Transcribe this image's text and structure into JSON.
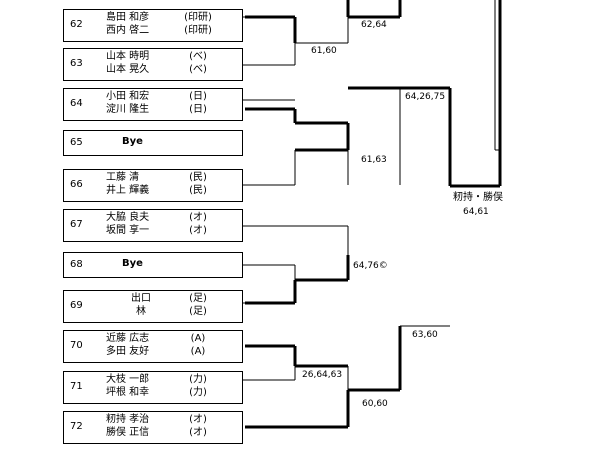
{
  "entries": [
    {
      "seed": "62",
      "players": [
        {
          "name": "島田 和彦",
          "club": "(印研)"
        },
        {
          "name": "西内 啓二",
          "club": "(印研)"
        }
      ]
    },
    {
      "seed": "63",
      "players": [
        {
          "name": "山本 時明",
          "club": "(べ)"
        },
        {
          "name": "山本 晃久",
          "club": "(べ)"
        }
      ]
    },
    {
      "seed": "64",
      "players": [
        {
          "name": "小田 和宏",
          "club": "(日)"
        },
        {
          "name": "淀川 隆生",
          "club": "(日)"
        }
      ]
    },
    {
      "seed": "65",
      "bye": "Bye"
    },
    {
      "seed": "66",
      "players": [
        {
          "name": "工藤 清",
          "club": "(民)"
        },
        {
          "name": "井上 輝義",
          "club": "(民)"
        }
      ]
    },
    {
      "seed": "67",
      "players": [
        {
          "name": "大脇 良夫",
          "club": "(オ)"
        },
        {
          "name": "坂間 享一",
          "club": "(オ)"
        }
      ]
    },
    {
      "seed": "68",
      "bye": "Bye"
    },
    {
      "seed": "69",
      "players": [
        {
          "name": "出口",
          "club": "(足)"
        },
        {
          "name": "林",
          "club": "(足)"
        }
      ]
    },
    {
      "seed": "70",
      "players": [
        {
          "name": "近藤 広志",
          "club": "(A)"
        },
        {
          "name": "多田 友好",
          "club": "(A)"
        }
      ]
    },
    {
      "seed": "71",
      "players": [
        {
          "name": "大枝 一郎",
          "club": "(力)"
        },
        {
          "name": "坪根 和幸",
          "club": "(力)"
        }
      ]
    },
    {
      "seed": "72",
      "players": [
        {
          "name": "籾持 孝治",
          "club": "(オ)"
        },
        {
          "name": "勝俣 正信",
          "club": "(オ)"
        }
      ]
    }
  ],
  "scores": {
    "s_62_64": "62,64",
    "s_61_60": "61,60",
    "s_61_63": "61,63",
    "s_64_26_75": "64,26,75",
    "s_64_76": "64,76©",
    "s_26_64_63": "26,64,63",
    "s_60_60": "60,60",
    "s_63_60": "63,60",
    "winner_name": "籾持・勝俣",
    "s_64_61": "64,61"
  }
}
